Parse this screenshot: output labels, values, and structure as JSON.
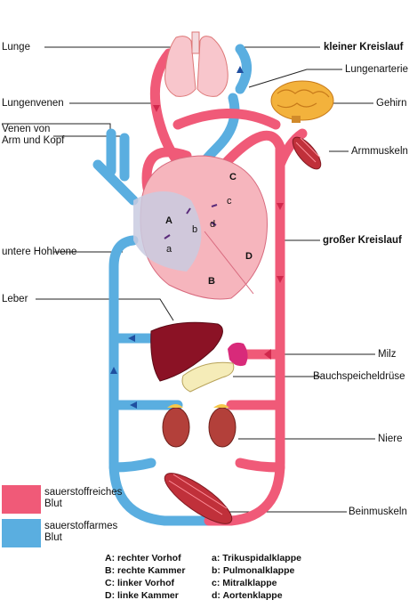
{
  "labels": {
    "lunge": "Lunge",
    "lungenvenen": "Lungenvenen",
    "venen": "Venen von\nArm und Kopf",
    "hohlvene": "untere Hohlvene",
    "leber": "Leber",
    "kleiner": "kleiner Kreislauf",
    "lungenarterie": "Lungenarterie",
    "gehirn": "Gehirn",
    "armmuskeln": "Armmuskeln",
    "grosser": "großer Kreislauf",
    "milz": "Milz",
    "bauch": "Bauchspeicheldrüse",
    "niere": "Niere",
    "beinmuskeln": "Beinmuskeln"
  },
  "heart_letters": {
    "A": "A",
    "B": "B",
    "C": "C",
    "D": "D",
    "a": "a",
    "b": "b",
    "c": "c",
    "d": "d"
  },
  "legend": {
    "oxygen_rich": "sauerstoffreiches\nBlut",
    "oxygen_poor": "sauerstoffarmes\nBlut",
    "colors": {
      "oxygen_rich": "#f05a78",
      "oxygen_poor": "#5aaee0"
    }
  },
  "key": {
    "left": [
      "A: rechter Vorhof",
      "B: rechte Kammer",
      "C: linker Vorhof",
      "D: linke Kammer"
    ],
    "right": [
      "a: Trikuspidalklappe",
      "b: Pulmonalklappe",
      "c: Mitralklappe",
      "d: Aortenklappe"
    ]
  }
}
